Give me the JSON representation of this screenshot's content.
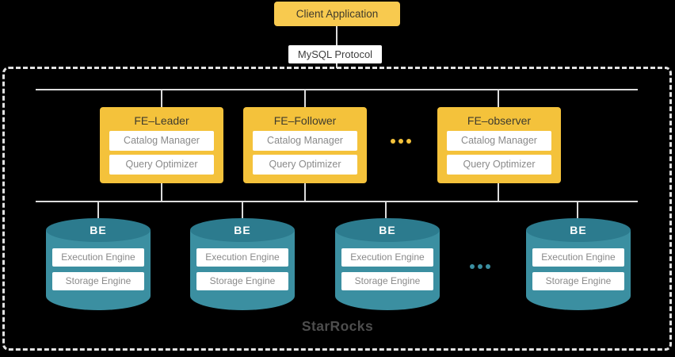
{
  "client": {
    "label": "Client Application"
  },
  "protocol": {
    "label": "MySQL Protocol"
  },
  "cluster": {
    "label": "StarRocks"
  },
  "fe_nodes": [
    {
      "title": "FE–Leader",
      "modules": [
        "Catalog Manager",
        "Query Optimizer"
      ]
    },
    {
      "title": "FE–Follower",
      "modules": [
        "Catalog Manager",
        "Query Optimizer"
      ]
    },
    {
      "title": "FE–observer",
      "modules": [
        "Catalog Manager",
        "Query Optimizer"
      ]
    }
  ],
  "be_nodes": [
    {
      "title": "BE",
      "modules": [
        "Execution Engine",
        "Storage Engine"
      ]
    },
    {
      "title": "BE",
      "modules": [
        "Execution Engine",
        "Storage Engine"
      ]
    },
    {
      "title": "BE",
      "modules": [
        "Execution Engine",
        "Storage Engine"
      ]
    },
    {
      "title": "BE",
      "modules": [
        "Execution Engine",
        "Storage Engine"
      ]
    }
  ],
  "colors": {
    "background": "#000000",
    "fe_yellow": "#F4C23B",
    "client_yellow": "#F8CA4F",
    "be_teal_body": "#3B8FA1",
    "be_teal_top": "#2C7B8E",
    "connector_gray": "#DCDCDC",
    "dashed_border": "#E2E2E2",
    "chip_text_gray": "#8A8A8A",
    "wordmark_gray": "#4D4D4D"
  }
}
